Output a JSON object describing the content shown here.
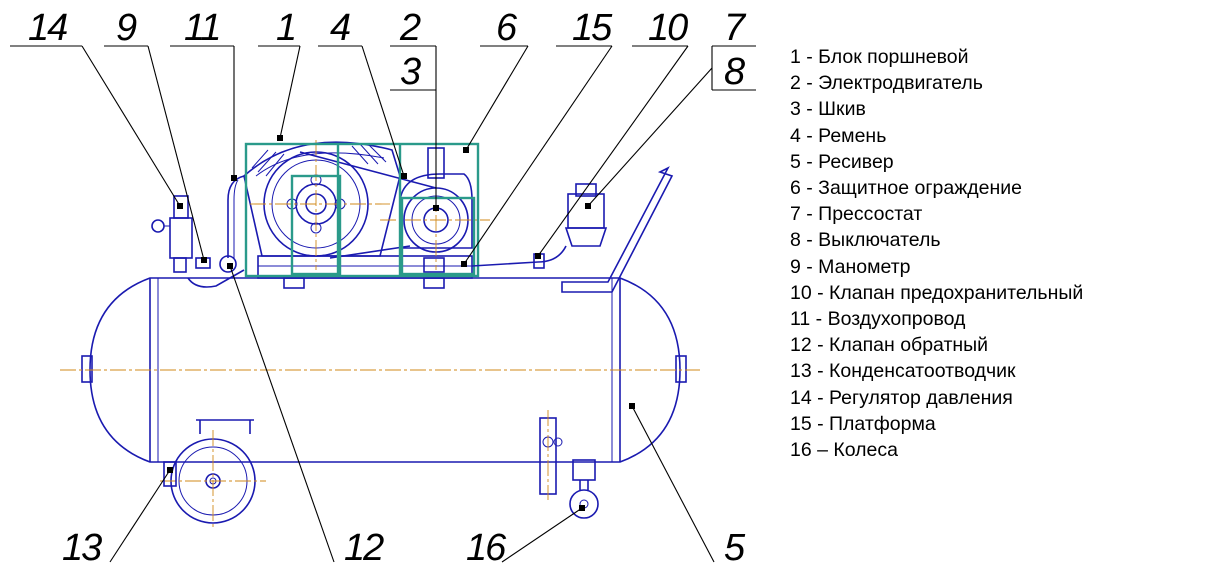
{
  "callouts": {
    "c14": "14",
    "c9": "9",
    "c11": "11",
    "c1": "1",
    "c4": "4",
    "c2": "2",
    "c3": "3",
    "c6": "6",
    "c15": "15",
    "c10": "10",
    "c7": "7",
    "c8": "8",
    "c13": "13",
    "c12": "12",
    "c16": "16",
    "c5": "5"
  },
  "legend": [
    "1 - Блок поршневой",
    "2 - Электродвигатель",
    "3 - Шкив",
    "4 - Ремень",
    "5 - Ресивер",
    "6 - Защитное ограждение",
    "7 - Прессостат",
    "8 - Выключатель",
    "9 - Манометр",
    "10 - Клапан предохранительный",
    "11 - Воздухопровод",
    "12 - Клапан обратный",
    "13 - Конденсатоотводчик",
    "14 - Регулятор давления",
    "15 - Платформа",
    "16 – Колеса"
  ],
  "colors": {
    "drawing": "#1a1ab0",
    "guard": "#2a9a8a",
    "axis": "#d08a1a",
    "leaders": "#000000"
  }
}
